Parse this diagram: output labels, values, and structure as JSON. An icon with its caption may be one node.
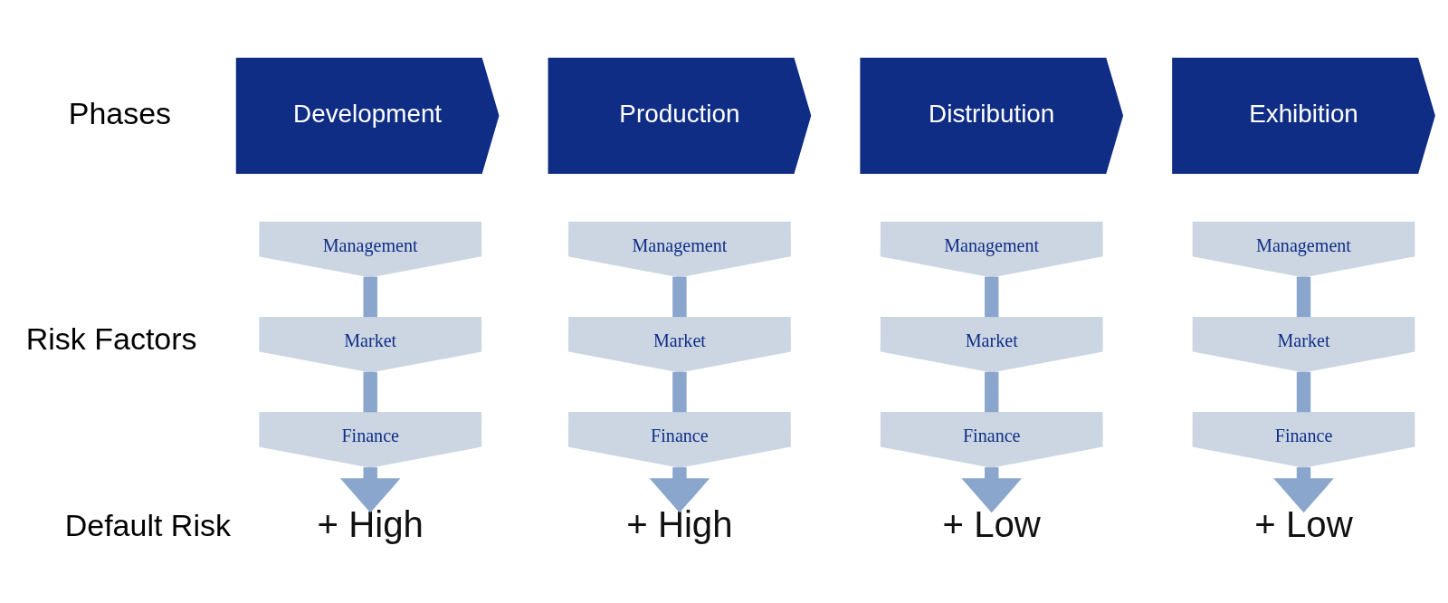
{
  "diagram": {
    "nodes": [
      {
        "text": [
          "Development"
        ]
      },
      {
        "text": [
          "Production"
        ]
      },
      {
        "text": [
          "Distribution"
        ]
      },
      {
        "text": [
          "Exhibition"
        ]
      },
      {
        "text": [
          "Management"
        ]
      },
      {
        "text": [
          "Management"
        ]
      },
      {
        "text": [
          "Management"
        ]
      },
      {
        "text": [
          "Management"
        ]
      },
      {
        "text": [
          "Market"
        ]
      },
      {
        "text": [
          "Market"
        ]
      },
      {
        "text": [
          "Market"
        ]
      },
      {
        "text": [
          "Market"
        ]
      },
      {
        "text": [
          "Finance"
        ]
      },
      {
        "text": [
          "Finance"
        ]
      },
      {
        "text": [
          "Finance"
        ]
      },
      {
        "text": [
          "Finance"
        ]
      },
      {
        "text": [
          "+ High"
        ]
      },
      {
        "text": [
          "+ High"
        ]
      },
      {
        "text": [
          "+ Low"
        ]
      },
      {
        "text": [
          "+ Low"
        ]
      }
    ],
    "edges": [
      {
        "from": 4,
        "to": 8,
        "arrow": "none"
      },
      {
        "from": 8,
        "to": 12,
        "arrow": "none"
      },
      {
        "from": 12,
        "to": 16,
        "arrow": "to"
      },
      {
        "from": 5,
        "to": 9,
        "arrow": "none"
      },
      {
        "from": 9,
        "to": 13,
        "arrow": "none"
      },
      {
        "from": 13,
        "to": 17,
        "arrow": "to"
      },
      {
        "from": 6,
        "to": 10,
        "arrow": "none"
      },
      {
        "from": 10,
        "to": 14,
        "arrow": "none"
      },
      {
        "from": 14,
        "to": 18,
        "arrow": "to"
      },
      {
        "from": 7,
        "to": 11,
        "arrow": "none"
      },
      {
        "from": 11,
        "to": 15,
        "arrow": "none"
      },
      {
        "from": 15,
        "to": 19,
        "arrow": "to"
      }
    ],
    "labels": [
      "Phases",
      "Risk Factors",
      "Default Risk"
    ]
  }
}
